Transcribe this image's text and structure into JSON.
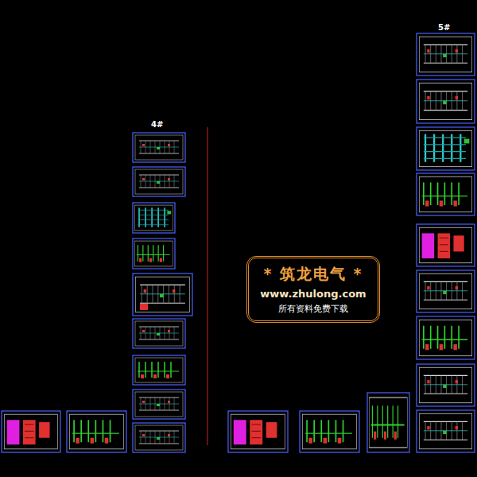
{
  "diagram": {
    "nodes": [
      {
        "text": [
          "* 筑龙电气 *",
          "www.zhulong.com",
          "所有资料免费下载"
        ]
      }
    ],
    "edges": [],
    "labels": [
      "4#",
      "5#"
    ]
  }
}
